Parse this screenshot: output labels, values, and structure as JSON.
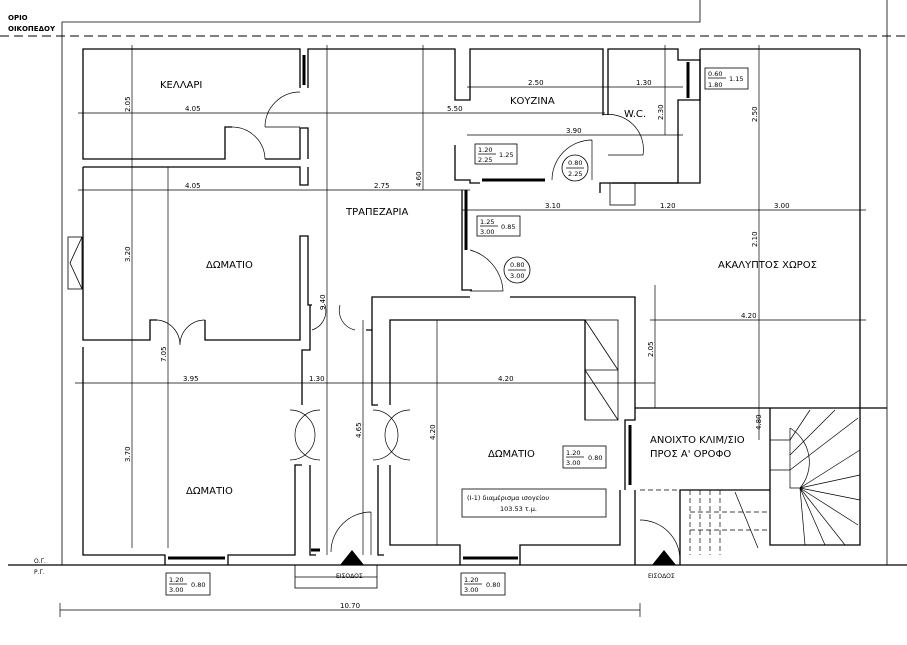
{
  "plot_boundary": {
    "line1": "ΟΡΙΟ",
    "line2": "ΟΙΚΟΠΕΔΟΥ"
  },
  "ground": {
    "og": "Ο.Γ.",
    "rg": "Ρ.Γ."
  },
  "rooms": {
    "cellar": "ΚΕΛΛΑΡΙ",
    "kitchen": "ΚΟΥΖΙΝΑ",
    "wc": "W.C.",
    "dining": "ΤΡΑΠΕΖΑΡΙΑ",
    "room_upper_left": "ΔΩΜΑΤΙΟ",
    "open_space": "ΑΚΑΛΥΠΤΟΣ  ΧΩΡΟΣ",
    "stair_line1": "ΑΝΟΙΧΤΟ ΚΛΙΜ/ΣΙΟ",
    "stair_line2": "ΠΡΟΣ Α' ΟΡΟΦΟ",
    "room_center": "ΔΩΜΑΤΙΟ",
    "room_lower_left": "ΔΩΜΑΤΙΟ"
  },
  "unit_box": {
    "line1": "(Ι-1) διαμέρισμα ισογείου",
    "line2": "103.53 τ.μ."
  },
  "entrances": [
    "ΕΙΣΟΔΟΣ",
    "ΕΙΣΟΔΟΣ"
  ],
  "dimensions": {
    "cellar_width": "4.05",
    "total_550": "5.50",
    "kitchen_250": "2.50",
    "wc_130": "1.30",
    "corr_390": "3.90",
    "room_405": "4.05",
    "dining_275": "2.75",
    "d_310": "3.10",
    "d_120": "1.20",
    "d_300": "3.00",
    "d_420_right": "4.20",
    "d_395": "3.95",
    "d_130": "1.30",
    "d_420": "4.20",
    "total_1070": "10.70",
    "v_205": "2.05",
    "v_320": "3.20",
    "v_370": "3.70",
    "v_705": "7.05",
    "v_460": "4.60",
    "v_040": "9.40",
    "v_465": "4.65",
    "v_420": "4.20",
    "v_230": "2.30",
    "v_250": "2.50",
    "v_210": "2.10",
    "v_205b": "2.05",
    "v_480": "4.80"
  },
  "window_tags": [
    {
      "top": "1.20",
      "bottom": "2.25",
      "side": "1.25"
    },
    {
      "top": "1.25",
      "bottom": "3.00",
      "side": "0.85"
    },
    {
      "top": "0.60",
      "bottom": "1.80",
      "side": "1.15"
    },
    {
      "top": "1.20",
      "bottom": "3.00",
      "side": "0.80"
    },
    {
      "top": "1.20",
      "bottom": "3.00",
      "side": "0.80"
    },
    {
      "top": "1.20",
      "bottom": "3.00",
      "side": "0.80"
    }
  ],
  "door_tags": [
    {
      "top": "0.80",
      "bottom": "2.25"
    },
    {
      "top": "0.80",
      "bottom": "3.00"
    }
  ]
}
